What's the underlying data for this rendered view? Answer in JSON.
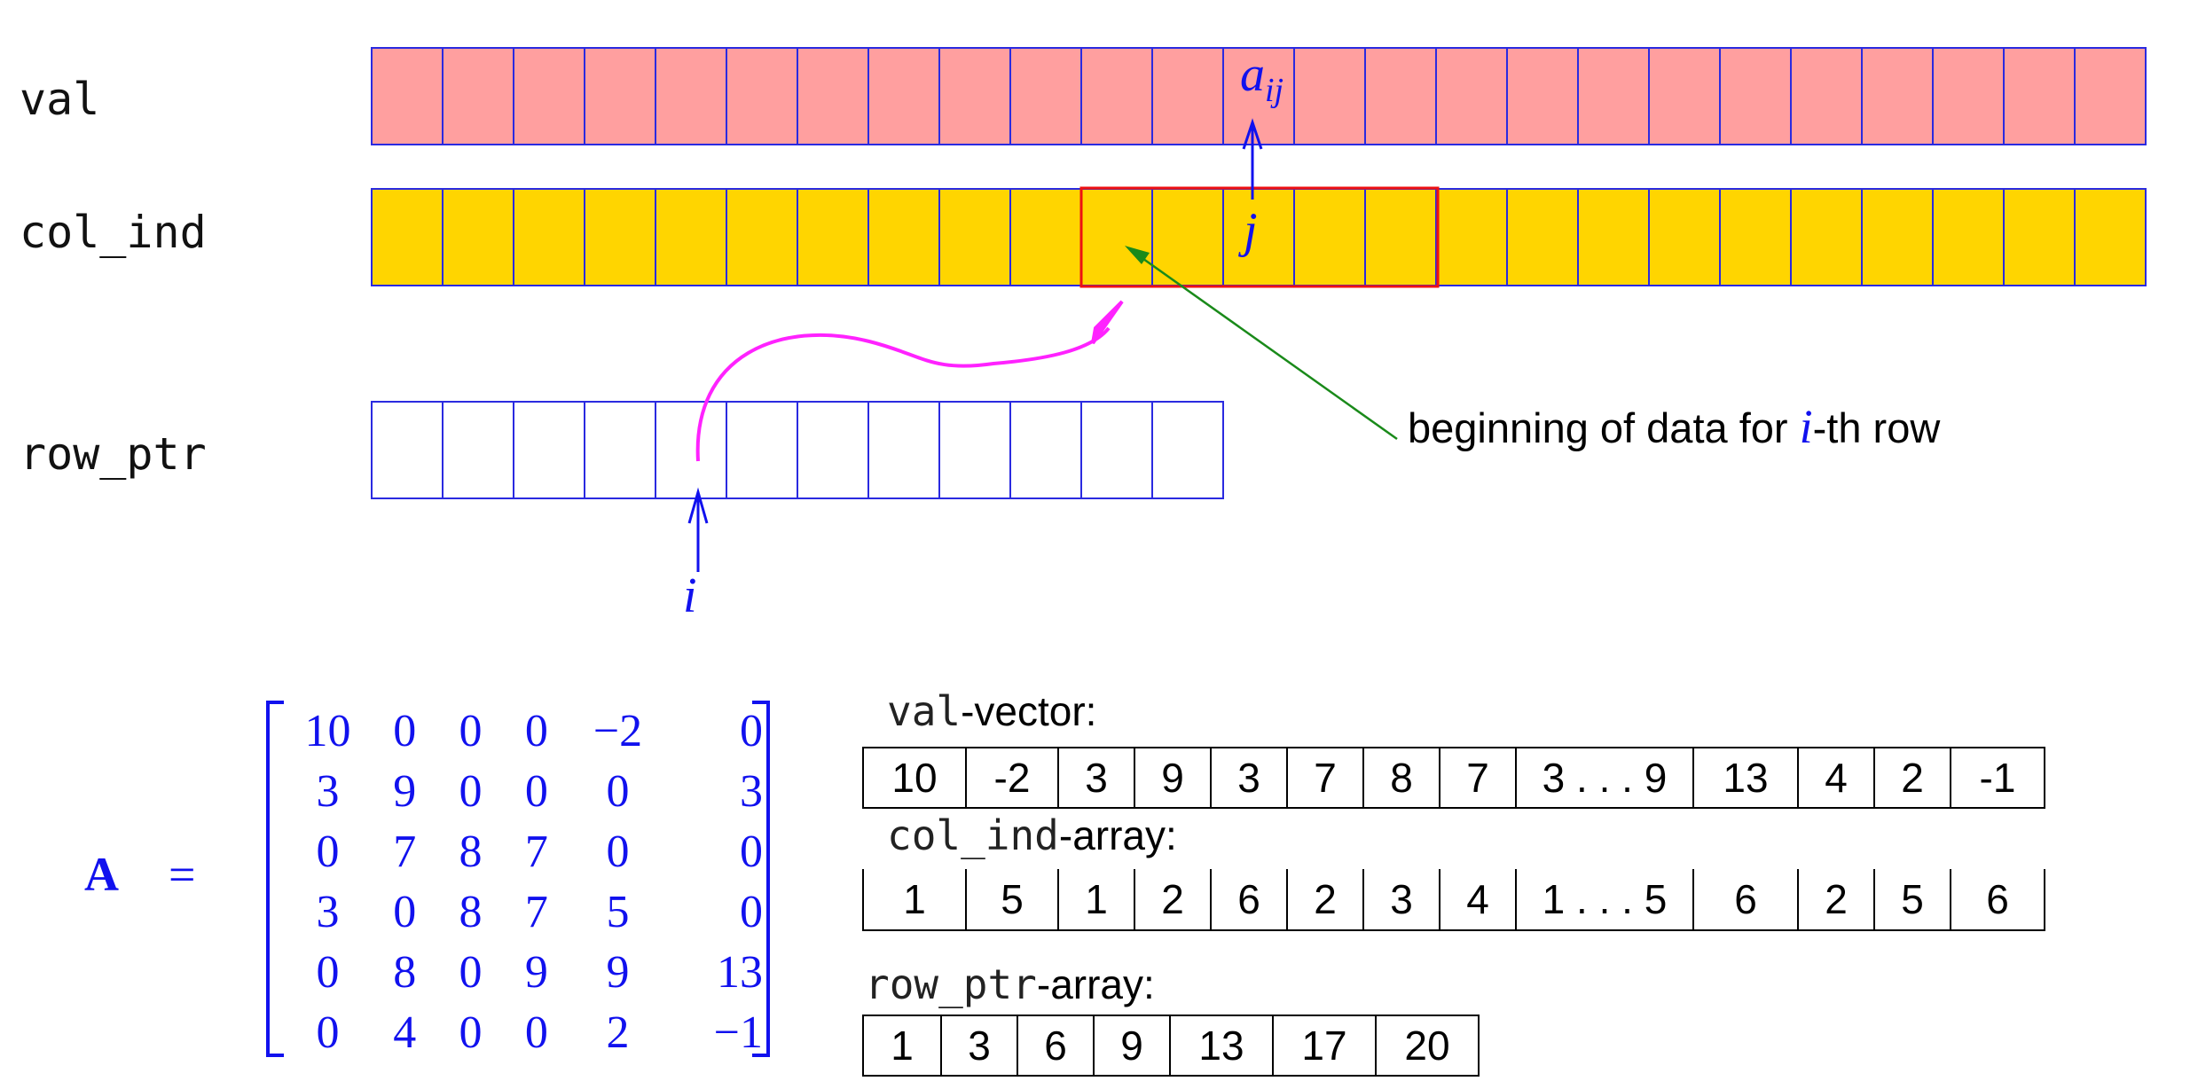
{
  "diagram": {
    "labels": {
      "val": "val",
      "col_ind": "col_ind",
      "row_ptr": "row_ptr"
    },
    "val_cells": 25,
    "col_ind_cells": 25,
    "row_ptr_cells": 12,
    "highlight_range": "col_ind cells 11-15",
    "symbols": {
      "a": "a",
      "ij": "ij",
      "j": "j",
      "i": "i"
    },
    "annotation_prefix": "beginning of data for ",
    "annotation_symbol": "i",
    "annotation_suffix": "-th row",
    "colors": {
      "val": "#ff9f9f",
      "col_ind": "#ffd500",
      "border": "#2a2ae0",
      "highlight": "#ee1111",
      "curve": "#ff22ff",
      "pointer": "#1a8a1a",
      "math": "#1111ee"
    }
  },
  "matrix": {
    "name": "A",
    "equals": "=",
    "rows": [
      [
        "10",
        "0",
        "0",
        "0",
        "−2",
        "0"
      ],
      [
        "3",
        "9",
        "0",
        "0",
        "0",
        "3"
      ],
      [
        "0",
        "7",
        "8",
        "7",
        "0",
        "0"
      ],
      [
        "3",
        "0",
        "8",
        "7",
        "5",
        "0"
      ],
      [
        "0",
        "8",
        "0",
        "9",
        "9",
        "13"
      ],
      [
        "0",
        "4",
        "0",
        "0",
        "2",
        "−1"
      ]
    ]
  },
  "vectors": {
    "val": {
      "name": "val",
      "suffix": "-vector:",
      "values": [
        "10",
        "-2",
        "3",
        "9",
        "3",
        "7",
        "8",
        "7",
        "3 . . . 9",
        "13",
        "4",
        "2",
        "-1"
      ]
    },
    "col_ind": {
      "name": "col_ind",
      "suffix": "-array:",
      "values": [
        "1",
        "5",
        "1",
        "2",
        "6",
        "2",
        "3",
        "4",
        "1 . . . 5",
        "6",
        "2",
        "5",
        "6"
      ]
    },
    "row_ptr": {
      "name": "row_ptr",
      "suffix": "-array:",
      "values": [
        "1",
        "3",
        "6",
        "9",
        "13",
        "17",
        "20"
      ]
    }
  }
}
